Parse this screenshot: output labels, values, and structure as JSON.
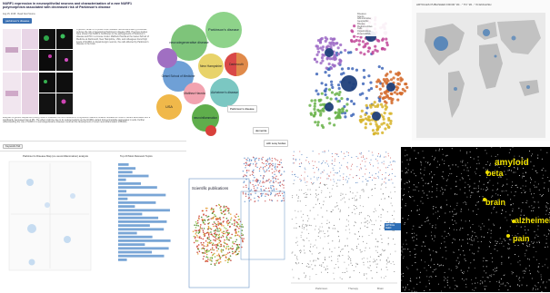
{
  "article": {
    "title": "NURF1 expression in neuroepithelial neurons and characterization of a rare NURF1 polymorphism associated with decreased risk of Parkinson's disease",
    "meta": "Aug 15, 2018 · Read Next Source",
    "button": "parkinson's disease",
    "body": "A genetic variant of a protein that mediates neuroinflammatory processes reduces the risk of developing Parkinson's disease (PD). Previous studies have shown that NURF1 contributes to the pathogenesis of Parkinson's disease and PD in a mouse model. Matthew Havrda at the Geisel School of Medicine at Dartmouth, New Hampshire, USA, and colleagues found high levels of NURF1 in dopaminergic neurons, the cells affected by Parkinson's disease in the brain.",
    "body2": "analyses of genetic sequences coding NURF1 obtained from the Parkinson's Progression Markers Initiative revealed an NURF1 variant associated with a significantly decreased risk of PD. The effect might be due to its reduced activity as the NURF1 variant formed insoluble aggregates in cells. Further understanding the role of NURF1 in neurodegenerative diseases could aid the development of novel neuroinflammation inhibitors."
  },
  "bubbles": [
    {
      "label": "neurodegenerative disease",
      "color": "#7ec47a"
    },
    {
      "label": "Parkinson's disease",
      "color": "#8ed38a"
    },
    {
      "label": "New Hampshire",
      "color": "#e8d36a"
    },
    {
      "label": "Geisel School of Medicine",
      "color": "#6fa0d6"
    },
    {
      "label": "Dartmouth",
      "color": "#e08a4a"
    },
    {
      "label": "Matthew Havrda",
      "color": "#f2a3b0"
    },
    {
      "label": "Alzheimer's disease",
      "color": "#7bc7c2"
    },
    {
      "label": "USA",
      "color": "#f0b84a"
    },
    {
      "label": "neuroinflammation",
      "color": "#5fae4c"
    },
    {
      "label": "",
      "color": "#a06fc2"
    }
  ],
  "cluster_legend": [
    "Diseases",
    "Agents",
    "Administrative",
    "Geographic",
    "Disease",
    "Medical entities",
    "Cells",
    "Organizations",
    "Proteins/DNA"
  ],
  "map": {
    "title": "ARTICLES PUBLISHED FROM \"20...\" TO \"20...\" IN ENGLISH"
  },
  "dashboard": {
    "title": "Parkinson's Disease Map (co-neuroinflammation) analysis",
    "bar_title": "Top 20 Most Relevant Topics",
    "tab": "Keywords Tab"
  },
  "pubs": {
    "label": "Scientific publications"
  },
  "mindmap": {
    "nodes": [
      "Parkinson's disease",
      "dementia",
      "with Lewy bodies"
    ]
  },
  "heat": {
    "x_labels": [
      "Parkinson",
      "Therapy",
      "Brain"
    ],
    "tag": "ARTICLE FEED"
  },
  "wordcloud": {
    "terms": [
      "amyloid",
      "beta",
      "brain",
      "alzheimer",
      "pain"
    ]
  }
}
